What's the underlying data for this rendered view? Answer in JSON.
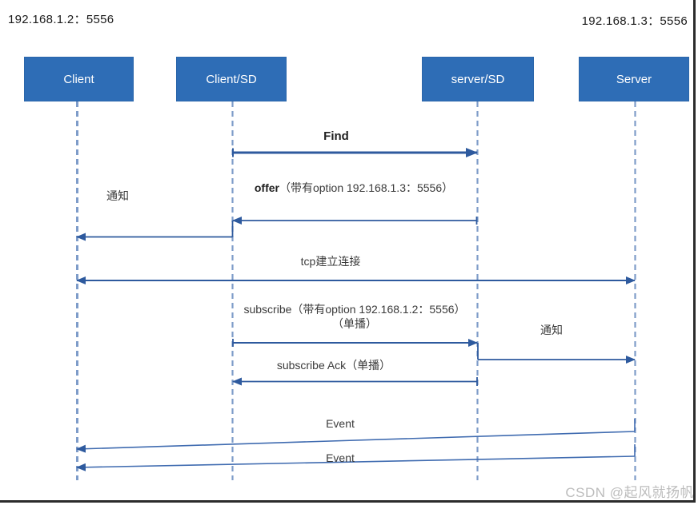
{
  "header": {
    "left_address": "192.168.1.2：5556",
    "right_address": "192.168.1.3：5556"
  },
  "participants": [
    {
      "id": "client",
      "label": "Client"
    },
    {
      "id": "client-sd",
      "label": "Client/SD"
    },
    {
      "id": "server-sd",
      "label": "server/SD"
    },
    {
      "id": "server",
      "label": "Server"
    }
  ],
  "messages": [
    {
      "label": "Find",
      "from": "Client/SD",
      "to": "server/SD",
      "direction": "right",
      "emphasis": "bold"
    },
    {
      "bold": "offer",
      "rest": "（带有option 192.168.1.3：5556）",
      "from": "server/SD",
      "to": "Client/SD",
      "direction": "left"
    },
    {
      "label": "通知",
      "from": "Client/SD",
      "to": "Client",
      "direction": "left"
    },
    {
      "label": "tcp建立连接",
      "from": "Client",
      "to": "Server",
      "direction": "bidirectional"
    },
    {
      "line1": "subscribe（带有option 192.168.1.2：5556）",
      "line2": "（单播）",
      "from": "Client/SD",
      "to": "server/SD",
      "direction": "right"
    },
    {
      "label": "通知",
      "from": "server/SD",
      "to": "Server",
      "direction": "right"
    },
    {
      "label": "subscribe Ack（单播）",
      "from": "server/SD",
      "to": "Client/SD",
      "direction": "left"
    },
    {
      "label": "Event",
      "from": "Server",
      "to": "Client",
      "direction": "left"
    },
    {
      "label": "Event",
      "from": "Server",
      "to": "Client",
      "direction": "left"
    }
  ],
  "watermark": "CSDN @起风就扬帆",
  "colors": {
    "participant_fill": "#2e6db6",
    "participant_border": "#2b66aa",
    "participant_text": "#ffffff",
    "arrow": "#2e5a9e",
    "event_arrow": "#3f6bb0",
    "lifeline": "#7e9cc9",
    "text": "#3a3a3a",
    "watermark_text": "#bcbcbc"
  }
}
